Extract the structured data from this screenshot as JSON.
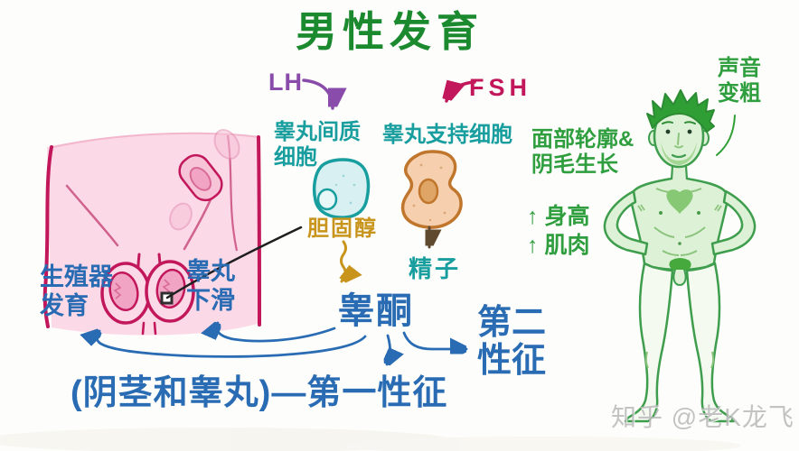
{
  "title": "男性发育",
  "hormones": {
    "lh": "LH",
    "fsh": "FSH"
  },
  "pathway": {
    "leydig_cell": "睾丸间质\n细胞",
    "sertoli_cell": "睾丸支持细胞",
    "cholesterol": "胆固醇",
    "sperm": "精子",
    "testosterone": "睾酮",
    "primary_organs": "(阴茎和睾丸)",
    "dash": "—",
    "primary_characteristics": "第一性征",
    "secondary_characteristics": "第二\n性征"
  },
  "anatomy_labels": {
    "genital_development": "生殖器\n发育",
    "testicular_descent": "睾丸\n下滑"
  },
  "body_labels": {
    "voice_deepening": "声音\n变粗",
    "facial_contour": "面部轮廓&",
    "pubic_hair": "阴毛生长",
    "height_increase": "↑ 身高",
    "muscle_increase": "↑ 肌肉"
  },
  "watermark": "知乎 @老K龙飞",
  "colors": {
    "title-green": "#1b8a2e",
    "label-green": "#2f9e3e",
    "teal": "#189e9e",
    "blue": "#2a6cb3",
    "gold": "#c8941c",
    "purple": "#8a4caa",
    "crimson": "#c2185b",
    "pink-light": "#fbd9e6",
    "pink-mid": "#f2a4c4",
    "pink-dark": "#c2175b",
    "cell-cyan": "#d9f0f2",
    "cell-orange": "#f6cfae",
    "orange-outline": "#c0762c",
    "fig-outline": "#3f9e4d",
    "fig-skin": "#ddf1d6",
    "hair-green": "#2f9e35"
  }
}
